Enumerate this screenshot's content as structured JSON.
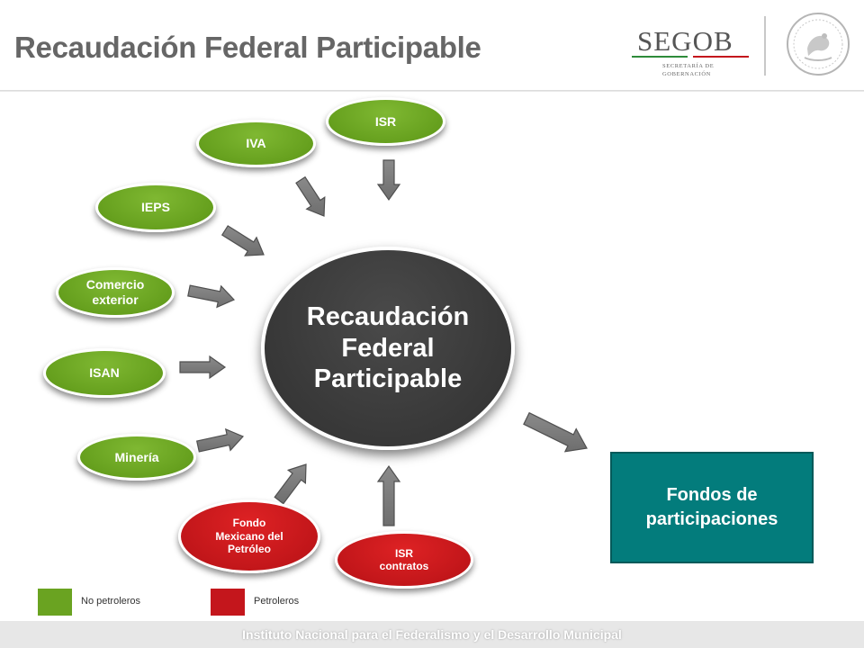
{
  "header": {
    "title": "Recaudación Federal Participable",
    "logo": {
      "name": "SEGOB",
      "subtitle_line1": "SECRETARÍA DE",
      "subtitle_line2": "GOBERNACIÓN"
    },
    "seal_icon": "mexico-coat-of-arms-seal",
    "colors": {
      "title": "#666666",
      "logo_bar_green": "#2e8b3a",
      "logo_bar_red": "#c4161c"
    }
  },
  "diagram": {
    "center": {
      "line1": "Recaudación",
      "line2": "Federal",
      "line3": "Participable"
    },
    "sources_non_oil": [
      {
        "id": "isr",
        "line1": "ISR"
      },
      {
        "id": "iva",
        "line1": "IVA"
      },
      {
        "id": "ieps",
        "line1": "IEPS"
      },
      {
        "id": "comercio",
        "line1": "Comercio",
        "line2": "exterior"
      },
      {
        "id": "isan",
        "line1": "ISAN"
      },
      {
        "id": "mineria",
        "line1": "Minería"
      }
    ],
    "sources_oil": [
      {
        "id": "fondo",
        "line1": "Fondo",
        "line2": "Mexicano del",
        "line3": "Petróleo"
      },
      {
        "id": "isr-contratos",
        "line1": "ISR",
        "line2": "contratos"
      }
    ],
    "output": {
      "line1": "Fondos de",
      "line2": "participaciones"
    },
    "colors": {
      "non_oil": "#6aa321",
      "oil": "#c4161c",
      "center": "#3c3c3c",
      "output": "#037c7c",
      "arrow": "#7a7a7a"
    }
  },
  "legend": {
    "items": [
      {
        "label": "No petroleros",
        "color": "#6aa321"
      },
      {
        "label": "Petroleros",
        "color": "#c4161c"
      }
    ]
  },
  "footer": {
    "text": "Instituto Nacional para el Federalismo y el Desarrollo Municipal"
  }
}
